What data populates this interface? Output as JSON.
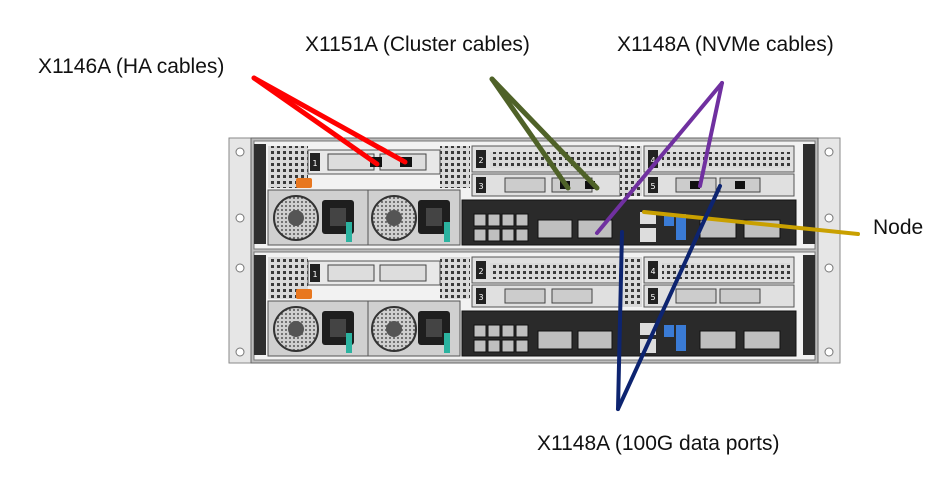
{
  "labels": {
    "ha_cables": "X1146A (HA cables)",
    "cluster_cables": "X1151A (Cluster cables)",
    "nvme_cables": "X1148A (NVMe cables)",
    "node": "Node",
    "data_ports": "X1148A (100G data ports)"
  },
  "slot_numbers": {
    "n1": "1",
    "n2": "2",
    "n3": "3",
    "n4": "4",
    "n5": "5",
    "b1": "1",
    "b2": "2",
    "b3": "3",
    "b4": "4",
    "b5": "5"
  },
  "colors": {
    "ha": "#ff0000",
    "cluster": "#4f6228",
    "nvme": "#7030a0",
    "node": "#c9a000",
    "data": "#0d2470",
    "orange_tab": "#e8771f",
    "chassis": "#9a9a9a",
    "dark_panel": "#2a2a2a"
  }
}
